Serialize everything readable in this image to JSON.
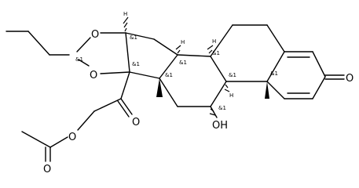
{
  "molecule": {
    "atom_labels": {
      "ring_oxygen_top": "O",
      "ring_oxygen_bottom": "O",
      "ketone_oxygen": "O",
      "c20_carbonyl_oxygen": "O",
      "ester_oxygen": "O",
      "acetyl_carbonyl_oxygen": "O",
      "hydroxyl": "OH"
    },
    "stereo_labels": {
      "acetal_carbon": "&1",
      "c16": "&1",
      "c17": "&1",
      "c13": "&1",
      "c14": "&1",
      "c8": "&1",
      "c9": "&1",
      "c10": "&1",
      "c11": "&1",
      "c14_h_label": "H",
      "c16_h_label": "H",
      "c8_h_label": "H",
      "c9_h_label": "H"
    }
  }
}
